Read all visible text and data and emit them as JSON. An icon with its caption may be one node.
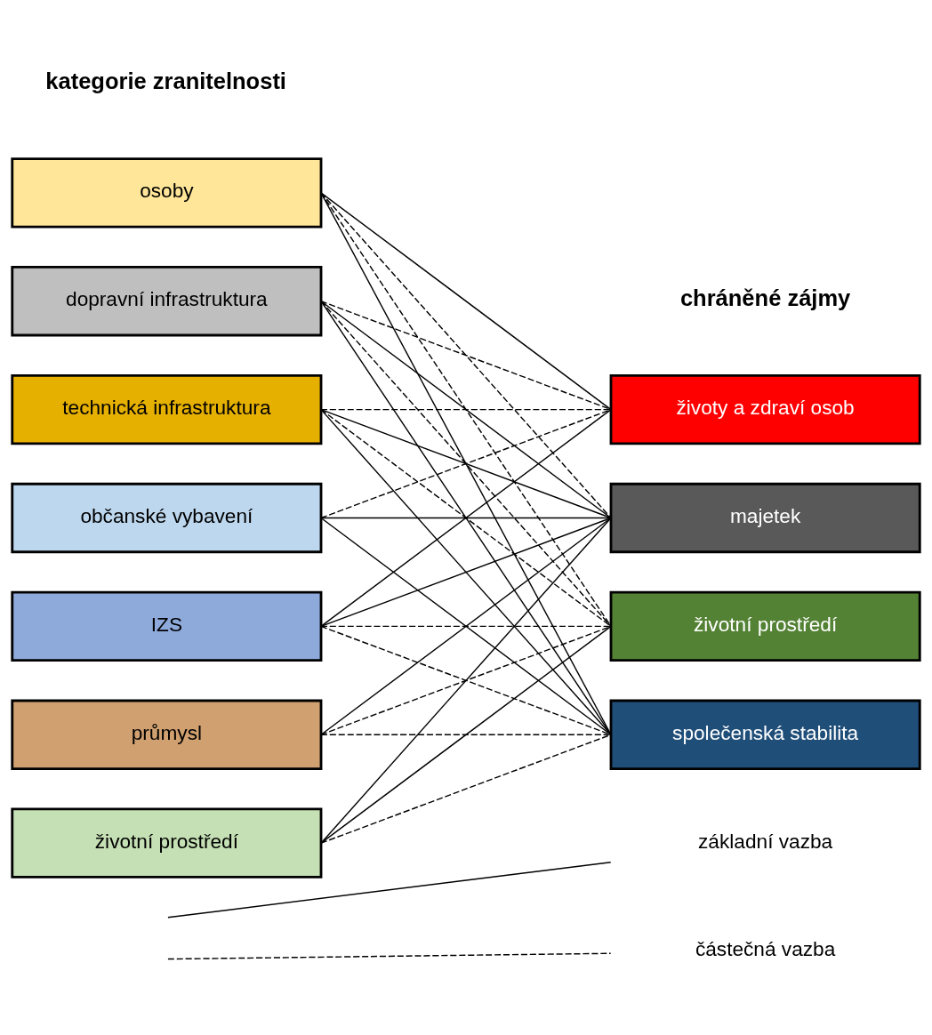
{
  "diagram": {
    "nodes": [
      {
        "text": [
          "osoby"
        ]
      },
      {
        "text": [
          "dopravní infrastruktura"
        ]
      },
      {
        "text": [
          "technická infrastruktura"
        ]
      },
      {
        "text": [
          "občanské vybavení"
        ]
      },
      {
        "text": [
          "IZS"
        ]
      },
      {
        "text": [
          "průmysl"
        ]
      },
      {
        "text": [
          "životní prostředí"
        ]
      },
      {
        "text": [
          "životy a zdraví osob"
        ]
      },
      {
        "text": [
          "majetek"
        ]
      },
      {
        "text": [
          "životní prostředí"
        ]
      },
      {
        "text": [
          "společenská stabilita"
        ]
      }
    ],
    "edges": [
      {
        "from": 0,
        "to": 7,
        "arrow": "none"
      },
      {
        "from": 0,
        "to": 8,
        "arrow": "none",
        "style": "dashed"
      },
      {
        "from": 0,
        "to": 9,
        "arrow": "none",
        "style": "dashed"
      },
      {
        "from": 0,
        "to": 10,
        "arrow": "none"
      },
      {
        "from": 1,
        "to": 7,
        "arrow": "none",
        "style": "dashed"
      },
      {
        "from": 1,
        "to": 8,
        "arrow": "none"
      },
      {
        "from": 1,
        "to": 9,
        "arrow": "none",
        "style": "dashed"
      },
      {
        "from": 1,
        "to": 10,
        "arrow": "none"
      },
      {
        "from": 2,
        "to": 7,
        "arrow": "none",
        "style": "dashed"
      },
      {
        "from": 2,
        "to": 8,
        "arrow": "none"
      },
      {
        "from": 2,
        "to": 9,
        "arrow": "none",
        "style": "dashed"
      },
      {
        "from": 2,
        "to": 10,
        "arrow": "none"
      },
      {
        "from": 3,
        "to": 7,
        "arrow": "none",
        "style": "dashed"
      },
      {
        "from": 3,
        "to": 8,
        "arrow": "none"
      },
      {
        "from": 3,
        "to": 10,
        "arrow": "none"
      },
      {
        "from": 4,
        "to": 7,
        "arrow": "none"
      },
      {
        "from": 4,
        "to": 8,
        "arrow": "none"
      },
      {
        "from": 4,
        "to": 9,
        "arrow": "none",
        "style": "dashed"
      },
      {
        "from": 4,
        "to": 10,
        "arrow": "none",
        "style": "dashed"
      },
      {
        "from": 5,
        "to": 8,
        "arrow": "none"
      },
      {
        "from": 5,
        "to": 9,
        "arrow": "none",
        "style": "dashed"
      },
      {
        "from": 5,
        "to": 10,
        "arrow": "none",
        "style": "dashed"
      },
      {
        "from": 6,
        "to": 8,
        "arrow": "none"
      },
      {
        "from": 6,
        "to": 9,
        "arrow": "none"
      },
      {
        "from": 6,
        "to": 10,
        "arrow": "none",
        "style": "dashed"
      }
    ],
    "labels": [
      "kategorie zranitelnosti",
      "chráněné zájmy"
    ],
    "legend": [
      {
        "text": "základní vazba"
      },
      {
        "text": "částečná vazba"
      }
    ]
  }
}
